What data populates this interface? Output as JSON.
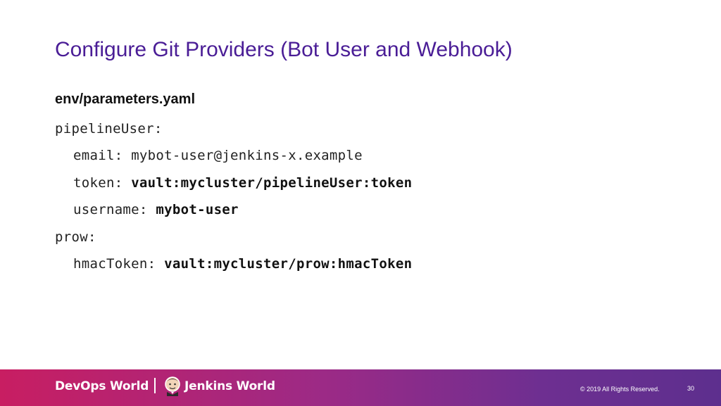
{
  "slide": {
    "title": "Configure Git Providers (Bot User and Webhook)",
    "subheading": "env/parameters.yaml",
    "code": {
      "pipeline_user_key": "pipelineUser:",
      "email_key": "email: ",
      "email_value": "mybot-user@jenkins-x.example",
      "token_key": "token: ",
      "token_value": "vault:mycluster/pipelineUser:token",
      "username_key": "username: ",
      "username_value": "mybot-user",
      "prow_key": "prow:",
      "hmac_key": "hmacToken: ",
      "hmac_value": "vault:mycluster/prow:hmacToken"
    }
  },
  "footer": {
    "brand_left": "DevOps World",
    "brand_right": "Jenkins World",
    "logo_icon": "jenkins-butler-icon",
    "copyright": "© 2019 All Rights Reserved.",
    "page_number": "30",
    "gradient_colors": [
      "#c81e62",
      "#9c2a86",
      "#6e2f91",
      "#5d2f8e"
    ]
  },
  "colors": {
    "title": "#4a1d96",
    "text": "#111111"
  }
}
